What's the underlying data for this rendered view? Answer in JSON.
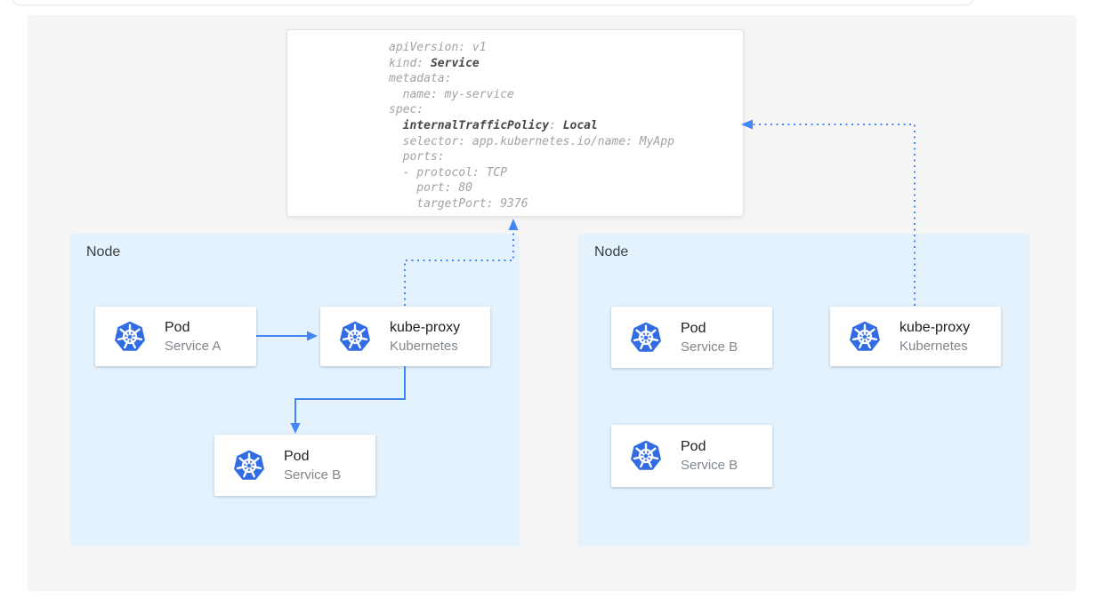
{
  "colors": {
    "arrow_blue": "#4285f4",
    "kubernetes_blue": "#326ce5",
    "node_background": "#e3f2fd",
    "canvas_background": "#f5f5f6"
  },
  "yaml_card": {
    "l1": "apiVersion: v1",
    "l2a": "kind: ",
    "l2b": "Service",
    "l3": "metadata:",
    "l4": "  name: my-service",
    "l5": "spec:",
    "l6a": "  ",
    "l6b": "internalTrafficPolicy",
    "l6c": ": ",
    "l6d": "Local",
    "l7": "  selector: app.kubernetes.io/name: MyApp",
    "l8": "  ports:",
    "l9": "  - protocol: TCP",
    "l10": "    port: 80",
    "l11": "    targetPort: 9376"
  },
  "nodes": [
    {
      "label": "Node",
      "cards": [
        {
          "title": "Pod",
          "subtitle": "Service A"
        },
        {
          "title": "kube-proxy",
          "subtitle": "Kubernetes"
        },
        {
          "title": "Pod",
          "subtitle": "Service B"
        }
      ]
    },
    {
      "label": "Node",
      "cards": [
        {
          "title": "Pod",
          "subtitle": "Service B"
        },
        {
          "title": "Pod",
          "subtitle": "Service B"
        },
        {
          "title": "kube-proxy",
          "subtitle": "Kubernetes"
        }
      ]
    }
  ]
}
